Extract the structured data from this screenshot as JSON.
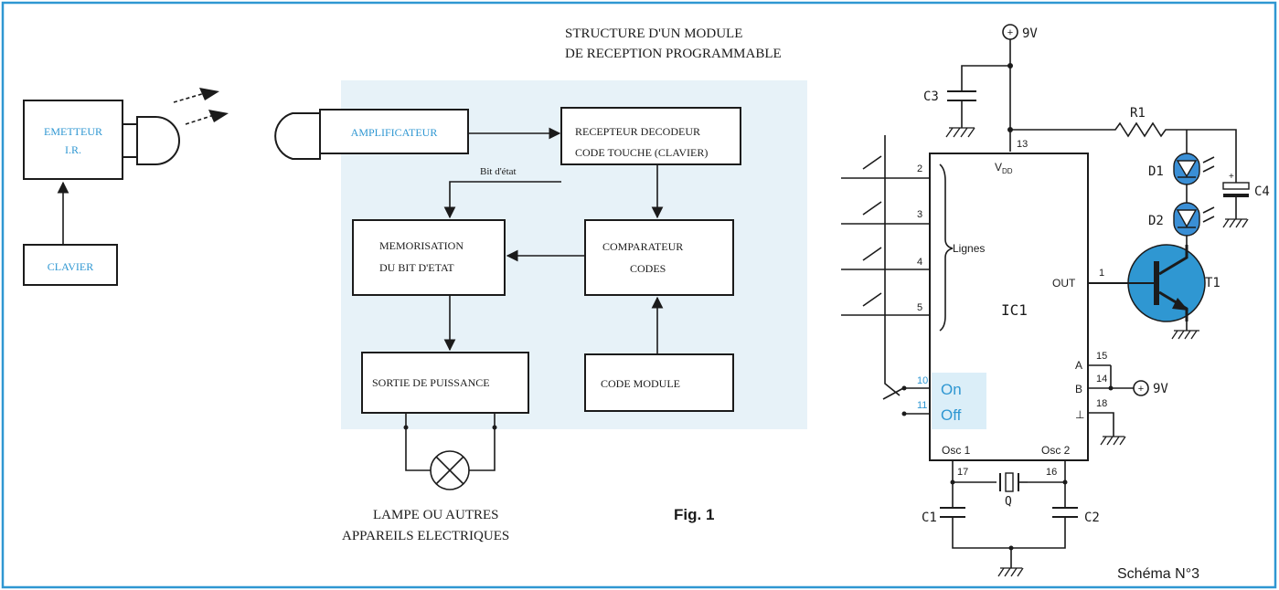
{
  "colors": {
    "frame": "#2f97d2",
    "panel": "#e7f2f8",
    "accent_text": "#2f97d2",
    "ink": "#1b1b1b",
    "transistor": "#2f97d2"
  },
  "fig1": {
    "title_line1": "STRUCTURE D'UN MODULE",
    "title_line2": "DE RECEPTION PROGRAMMABLE",
    "emetteur_line1": "EMETTEUR",
    "emetteur_line2": "I.R.",
    "clavier": "CLAVIER",
    "amplificateur": "AMPLIFICATEUR",
    "recepteur_line1": "RECEPTEUR DECODEUR",
    "recepteur_line2": "CODE TOUCHE (CLAVIER)",
    "bit_etat": "Bit d'état",
    "memorisation_line1": "MEMORISATION",
    "memorisation_line2": "DU BIT D'ETAT",
    "comparateur_line1": "COMPARATEUR",
    "comparateur_line2": "CODES",
    "sortie": "SORTIE DE PUISSANCE",
    "code_module": "CODE MODULE",
    "lampe_line1": "LAMPE OU AUTRES",
    "lampe_line2": "APPAREILS ELECTRIQUES",
    "caption": "Fig. 1"
  },
  "schema": {
    "supply_top": "9V",
    "supply_right": "9V",
    "c3": "C3",
    "r1": "R1",
    "c4": "C4",
    "d1": "D1",
    "d2": "D2",
    "t1": "T1",
    "ic": "IC1",
    "vdd": "V",
    "vdd_sub": "DD",
    "lignes": "Lignes",
    "out": "OUT",
    "on": "On",
    "off": "Off",
    "osc1": "Osc 1",
    "osc2": "Osc 2",
    "pin_a": "A",
    "pin_b": "B",
    "pin_gnd": "⊥",
    "pins": {
      "p13": "13",
      "p2": "2",
      "p3": "3",
      "p4": "4",
      "p5": "5",
      "p1": "1",
      "p15": "15",
      "p14": "14",
      "p18": "18",
      "p10": "10",
      "p11": "11",
      "p17": "17",
      "p16": "16"
    },
    "c1": "C1",
    "c2": "C2",
    "q": "Q",
    "caption": "Schéma N°3"
  }
}
